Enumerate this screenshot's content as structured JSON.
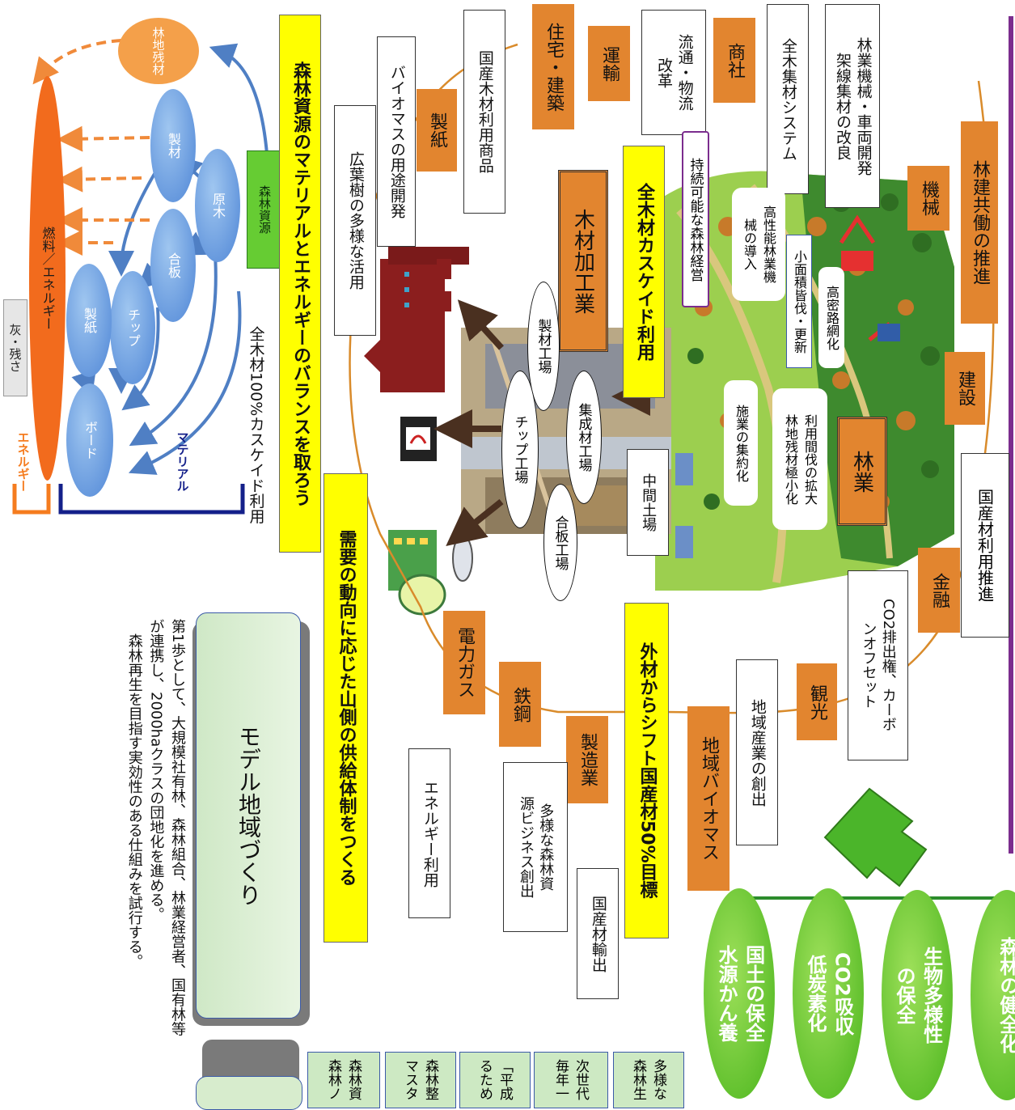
{
  "left_panel": {
    "nodes": {
      "residue": "林地残材",
      "resource": "森林資源",
      "raw_wood": "原木",
      "lumber": "製材",
      "plywood": "合板",
      "chip": "チップ",
      "paper": "製紙",
      "board": "ボード",
      "fuel": "燃料／エネルギー",
      "ash": "灰・残さ"
    },
    "material_label": "マテリアル",
    "energy_label": "エネルギー",
    "caption": "全木材100%カスケイド利用"
  },
  "banners": {
    "balance": "森林資源のマテリアルとエネルギーのバランスを取ろう",
    "supply": "需要の動向に応じた山側の供給体制をつくる",
    "cascade": "全木材カスケイド利用",
    "domestic": "外材からシフト国産材50%目標"
  },
  "ring": {
    "orange": [
      "林建共働の推進",
      "機械",
      "建設",
      "金融",
      "観光",
      "地域バイオマス",
      "製造業",
      "鉄鋼",
      "電力ガス",
      "製紙",
      "住宅・建築",
      "運輸",
      "商社",
      "国産材利用推進"
    ],
    "boxes": {
      "machinery": "林業機械・車両開発\n架線集材の改良",
      "whole_tree": "全木集材システム",
      "distribution": "流通・物流\n改革",
      "domestic_products": "国産木材利用商品",
      "biomass_use": "バイオマスの用途開発",
      "hardwood": "広葉樹の多様な活用",
      "co2": "CO2排出権、カーボ\nンオフセット",
      "local_industry": "地域産業の創出",
      "energy_use": "エネルギー利用",
      "diverse_business": "多様な森林資\n源ビジネス創出",
      "export": "国産材輸出",
      "midyard": "中間土場"
    }
  },
  "center": {
    "sustainable": "持続可能な森林経営",
    "wood_industry": "木材加工業",
    "forestry": "林業",
    "small_area": "小面積皆伐・更新",
    "high_machine": "高性能林業機\n械の導入",
    "road": "高密路網化",
    "thinning": "利用間伐の拡大\n林地残材極小化",
    "consolidation": "施業の集約化",
    "plants": [
      "製材工場",
      "集成材工場",
      "チップ工場",
      "合板工場"
    ]
  },
  "circles": [
    "森林の健全化",
    "生物多様性\nの保全",
    "CO2吸収\n低炭素化",
    "国土の保全\n水源かん養"
  ],
  "model": {
    "title": "モデル地域づくり",
    "desc": "第1歩として、大規模社有林、森林組合、林業経営者、国有林等が連携し、2000haクラスの団地化を進める。\n　森林再生を目指す実効性のある仕組みを試行する。"
  },
  "footer_fragments": [
    "多様な\n森林生",
    "次世代\n毎年一",
    "「平成\nるため",
    "森林整\nマスタ",
    "森林資\n森林ノ"
  ],
  "colors": {
    "orange": "#e2852f",
    "yellow": "#ffff00",
    "green": "#7ed957",
    "navy": "#14208a",
    "purple": "#7b2d8e"
  }
}
